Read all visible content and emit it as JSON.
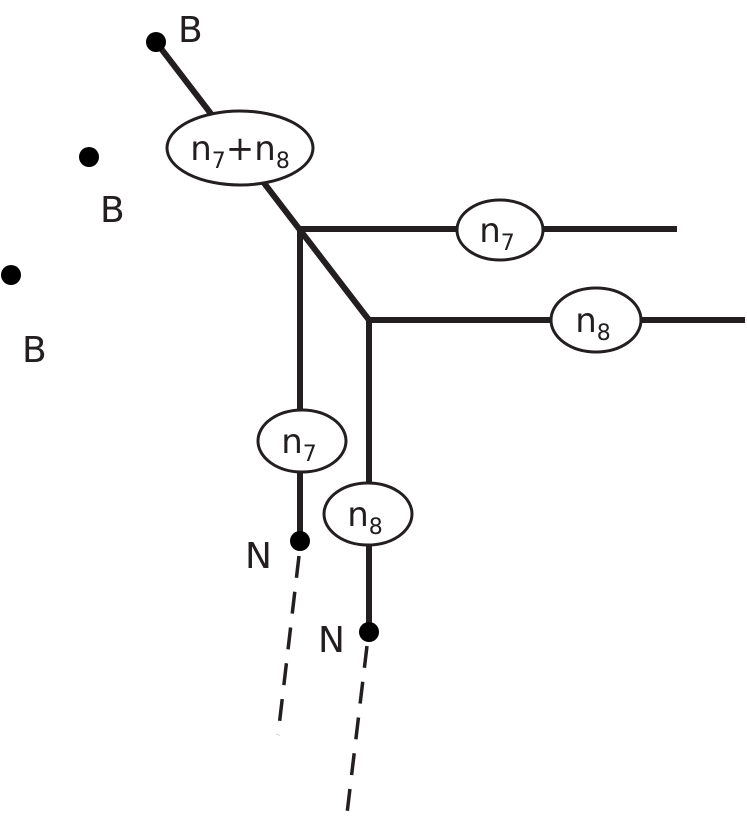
{
  "diagram": {
    "endpoint_labels": {
      "b_top": "B",
      "b_middle": "B",
      "b_left": "B",
      "n_left": "N",
      "n_right": "N"
    },
    "ovals": {
      "sum_oval": {
        "var1": "n",
        "sub1": "7",
        "op": "+",
        "var2": "n",
        "sub2": "8"
      },
      "horizontal_upper": {
        "var": "n",
        "sub": "7"
      },
      "horizontal_lower": {
        "var": "n",
        "sub": "8"
      },
      "vertical_left": {
        "var": "n",
        "sub": "7"
      },
      "vertical_right": {
        "var": "n",
        "sub": "8"
      }
    },
    "colors": {
      "line": "#231f20",
      "dot": "#000000",
      "background": "#ffffff"
    }
  }
}
